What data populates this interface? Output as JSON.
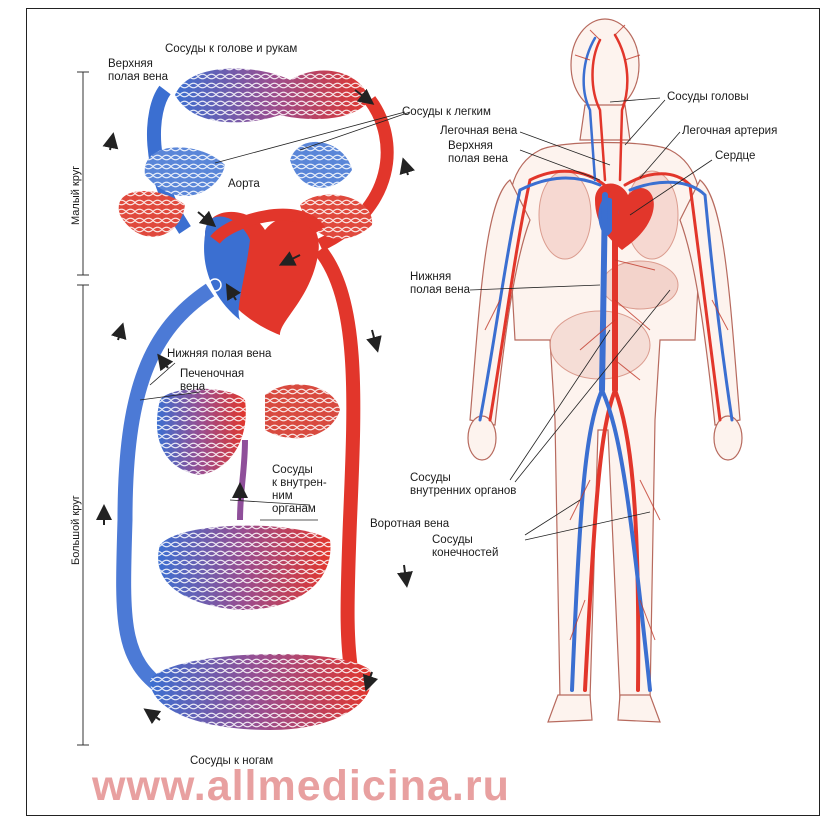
{
  "left_diagram": {
    "title_top": "Сосуды к голове и рукам",
    "superior_vena_cava": "Верхняя\nполая вена",
    "lung_vessels": "Сосуды к легким",
    "aorta": "Аорта",
    "inferior_vena_cava": "Нижняя полая вена",
    "hepatic_vein": "Печеночная\nвена",
    "internal_organ_vessels": "Сосуды\nк внутрен-\nним\nорганам",
    "portal_vein": "Воротная вена",
    "leg_vessels": "Сосуды к ногам",
    "small_circle": "Малый круг",
    "big_circle": "Большой круг"
  },
  "right_diagram": {
    "head_vessels": "Сосуды головы",
    "pulmonary_vein": "Легочная вена",
    "pulmonary_artery": "Легочная артерия",
    "superior_vena_cava": "Верхняя\nполая вена",
    "heart": "Сердце",
    "inferior_vena_cava": "Нижняя\nполая вена",
    "internal_organ_vessels": "Сосуды\nвнутренних органов",
    "limb_vessels": "Сосуды\nконечностей"
  },
  "watermark": "www.allmedicina.ru",
  "colors": {
    "artery": "#e2362b",
    "vein": "#3b6fd1",
    "mixed": "#8f4f9a",
    "watermark": "#e8a0a0"
  }
}
